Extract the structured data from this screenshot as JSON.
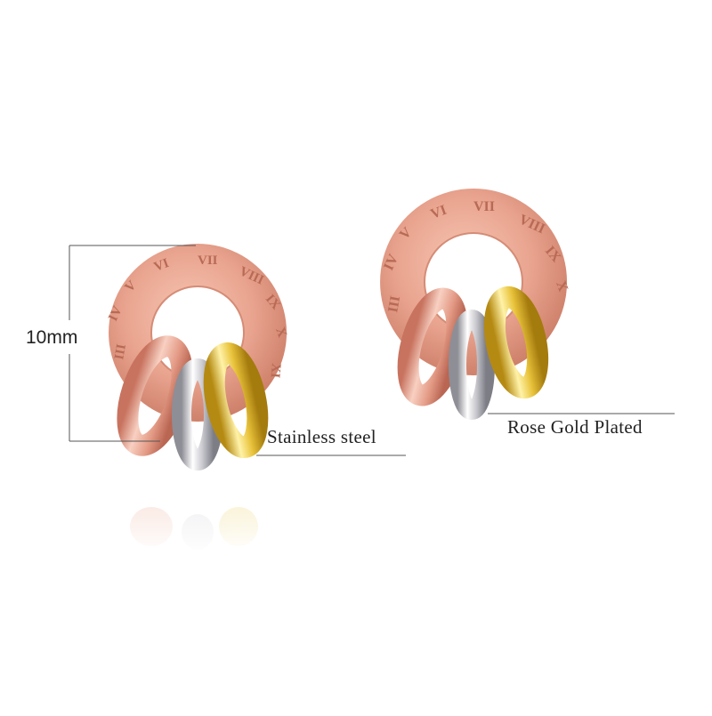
{
  "annotations": {
    "dimension": "10mm",
    "material": "Stainless steel",
    "plating": "Rose Gold Plated"
  },
  "ring_numerals": [
    "III",
    "IV",
    "V",
    "VI",
    "VII",
    "VIII",
    "IX",
    "X",
    "XI"
  ],
  "colors": {
    "rose_gold": "#e9a48f",
    "silver": "#c9c9cf",
    "gold": "#e8c23a",
    "line": "#555555"
  }
}
